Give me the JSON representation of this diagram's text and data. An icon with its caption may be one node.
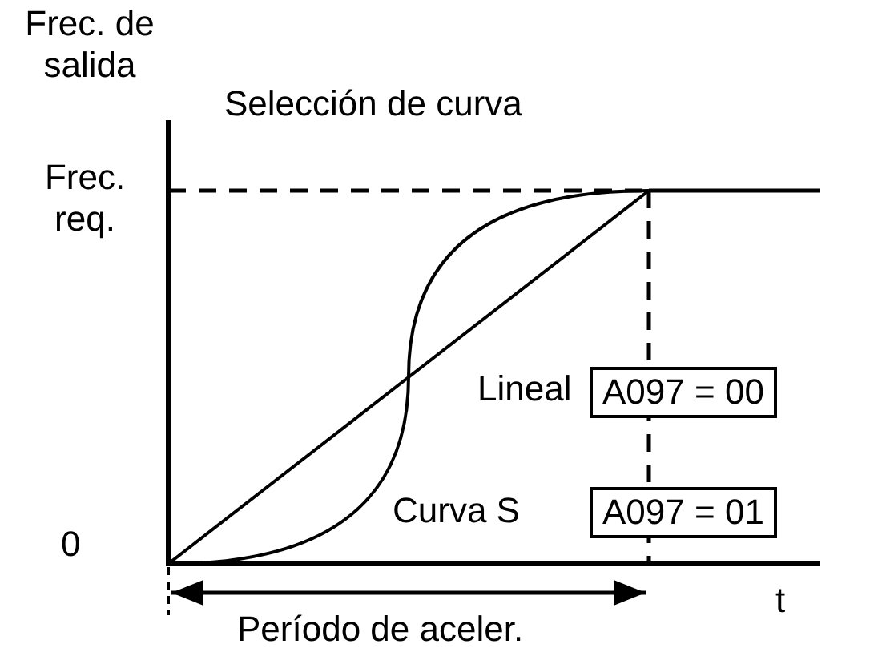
{
  "diagram": {
    "title": "Selección de curva",
    "nodes": [
      {
        "text": [
          "A097 = 00"
        ]
      },
      {
        "text": [
          "A097 = 01"
        ]
      }
    ],
    "labels": [
      "Frec. de salida",
      "Frec. req.",
      "Lineal",
      "Curva S",
      "0",
      "t",
      "Período de aceler."
    ]
  }
}
